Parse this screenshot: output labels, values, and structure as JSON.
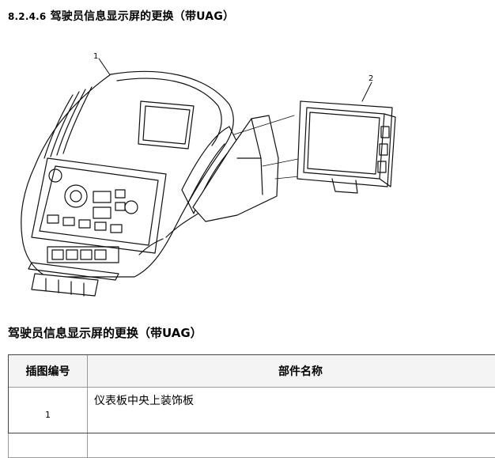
{
  "heading": {
    "number": "8.2.4.6",
    "title": "驾驶员信息显示屏的更换（带UAG）"
  },
  "figure": {
    "callouts": [
      "1",
      "2"
    ]
  },
  "section_title": "驾驶员信息显示屏的更换（带UAG）",
  "table": {
    "headers": [
      "插图编号",
      "部件名称"
    ],
    "rows": [
      {
        "num": "1",
        "name": "仪表板中央上装饰板"
      }
    ]
  }
}
